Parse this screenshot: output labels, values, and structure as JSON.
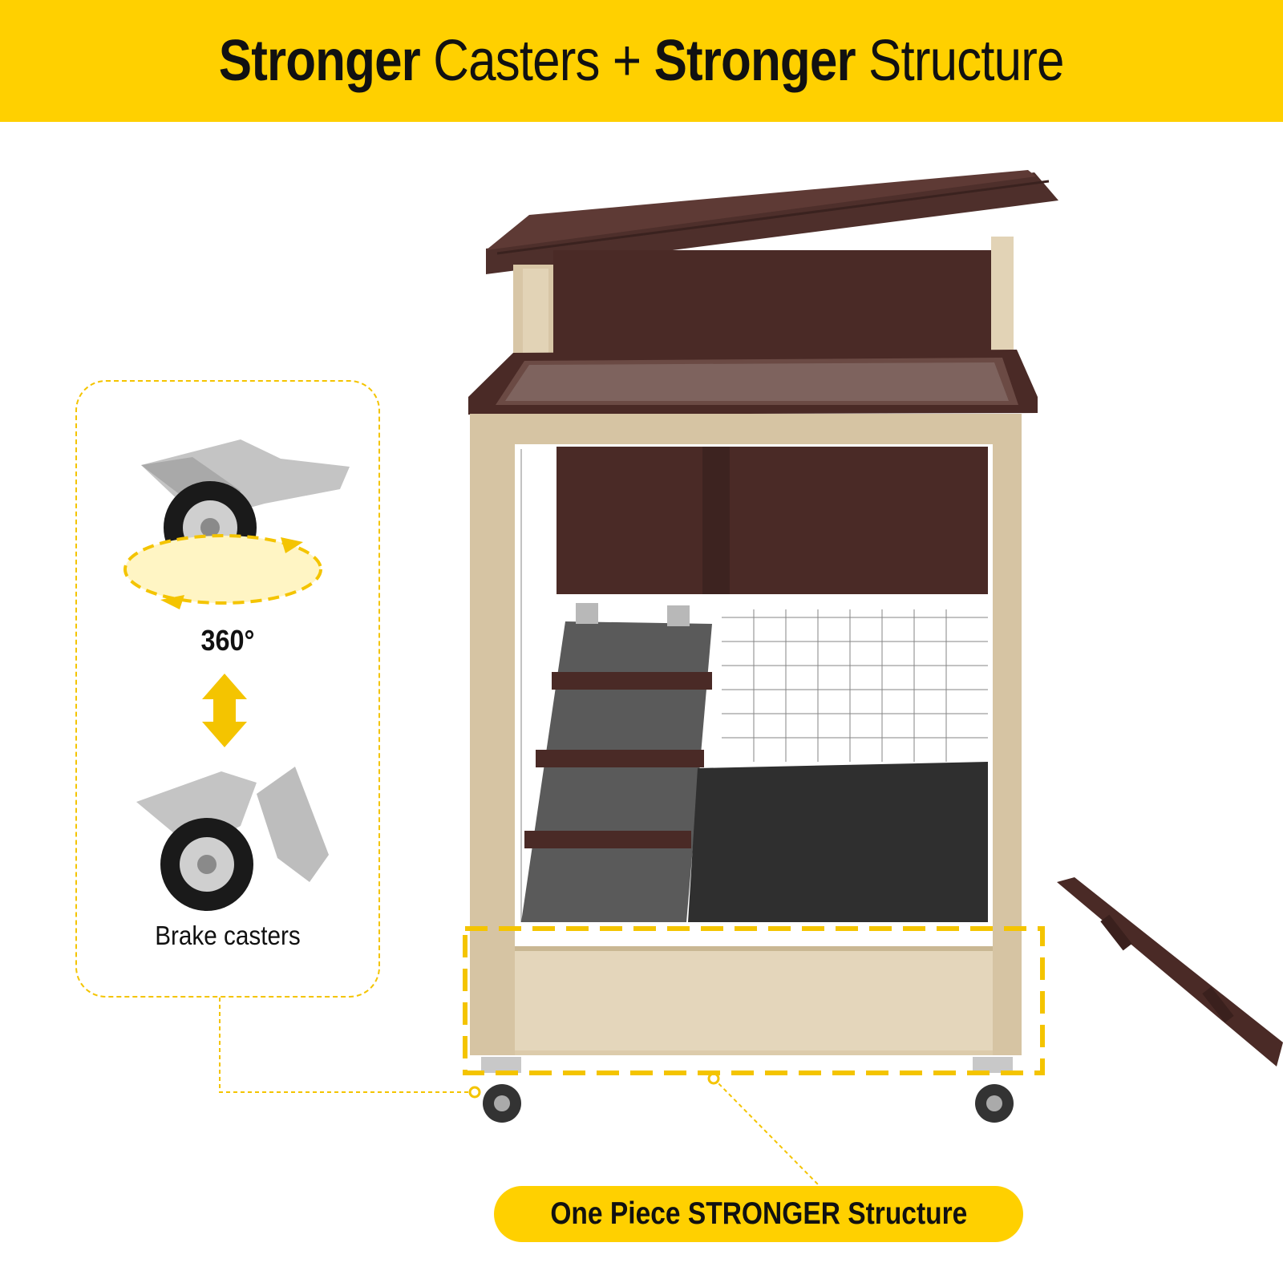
{
  "banner": {
    "word1": "Stronger",
    "word2": " Casters + ",
    "word3": "Stronger",
    "word4": " Structure"
  },
  "features": {
    "rotation_label": "360°",
    "brake_label": "Brake casters"
  },
  "callout": {
    "label": "One Piece STRONGER Structure"
  },
  "colors": {
    "accent_yellow": "#ffd000",
    "wood_light": "#d9c8aa",
    "wood_dark": "#4a2a26"
  },
  "icons": [
    "swivel-caster-icon",
    "rotation-arrow-icon",
    "double-arrow-icon",
    "brake-caster-icon"
  ]
}
